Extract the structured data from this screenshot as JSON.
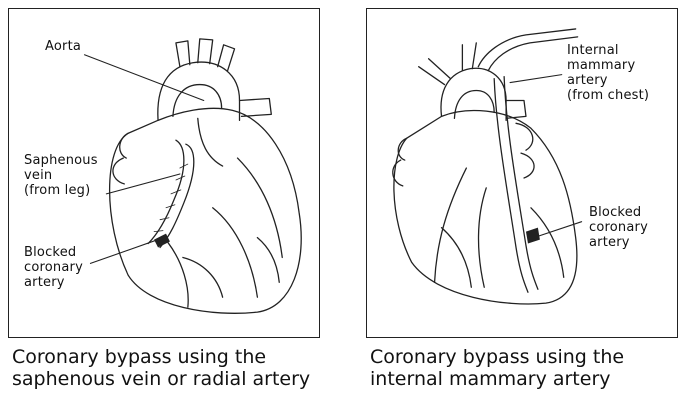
{
  "left_panel": {
    "labels": {
      "aorta": "Aorta",
      "saphenous_vein": [
        "Saphenous",
        "vein",
        "(from leg)"
      ],
      "blocked_artery": [
        "Blocked",
        "coronary",
        "artery"
      ]
    },
    "caption": [
      "Coronary bypass using the",
      "saphenous vein or radial artery"
    ]
  },
  "right_panel": {
    "labels": {
      "internal_mammary": [
        "Internal",
        "mammary",
        "artery",
        "(from chest)"
      ],
      "blocked_artery": [
        "Blocked",
        "coronary",
        "artery"
      ]
    },
    "caption": [
      "Coronary bypass using the",
      "internal mammary artery"
    ]
  }
}
